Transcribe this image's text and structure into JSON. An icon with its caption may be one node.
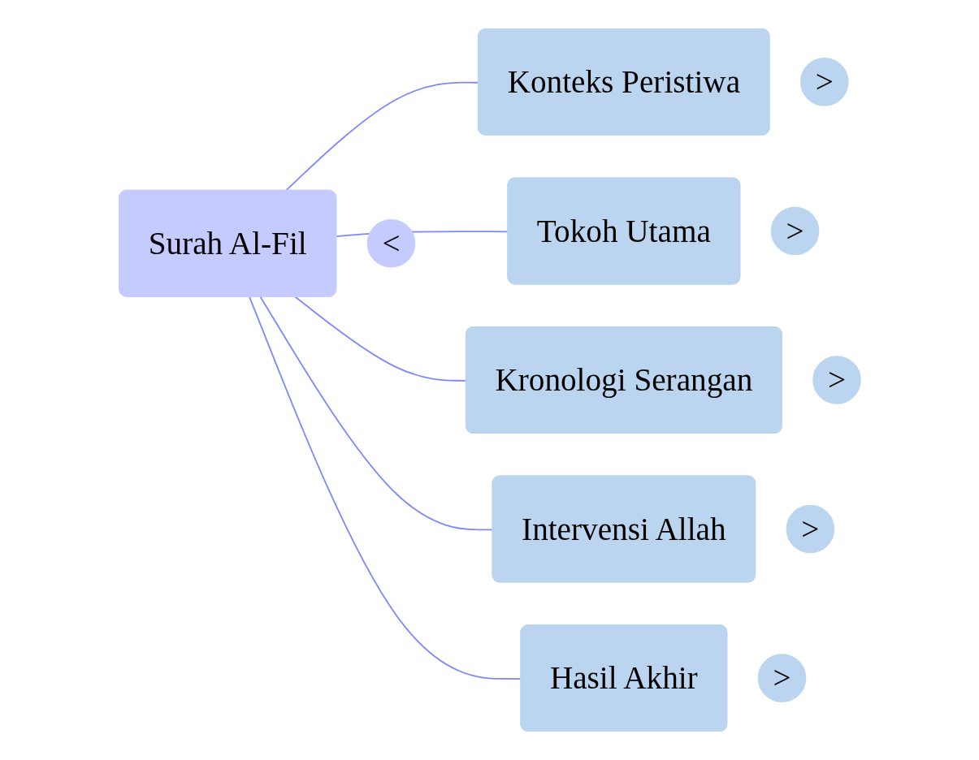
{
  "diagram": {
    "nodes": [
      {
        "text": [
          "Surah Al-Fil"
        ],
        "beside": [
          "<"
        ]
      },
      {
        "text": [
          "Konteks Peristiwa"
        ],
        "beside": [
          ">"
        ]
      },
      {
        "text": [
          "Tokoh Utama"
        ],
        "beside": [
          ">"
        ]
      },
      {
        "text": [
          "Kronologi Serangan"
        ],
        "beside": [
          ">"
        ]
      },
      {
        "text": [
          "Intervensi Allah"
        ],
        "beside": [
          ">"
        ]
      },
      {
        "text": [
          "Hasil Akhir"
        ],
        "beside": [
          ">"
        ]
      }
    ],
    "edges": [
      {
        "from": 0,
        "to": 1,
        "arrow": "none"
      },
      {
        "from": 0,
        "to": 2,
        "arrow": "none"
      },
      {
        "from": 0,
        "to": 3,
        "arrow": "none"
      },
      {
        "from": 0,
        "to": 4,
        "arrow": "none"
      },
      {
        "from": 0,
        "to": 5,
        "arrow": "none"
      }
    ]
  }
}
